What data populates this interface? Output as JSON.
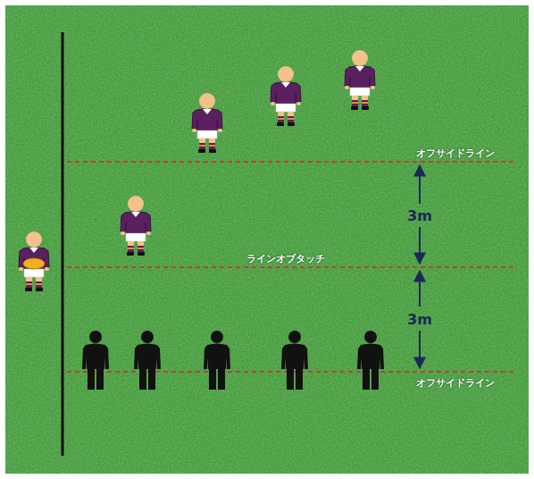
{
  "diagram": {
    "labels": [
      "オフサイドライン",
      "ラインオブタッチ",
      "3m",
      "3m",
      "オフサイドライン"
    ]
  }
}
